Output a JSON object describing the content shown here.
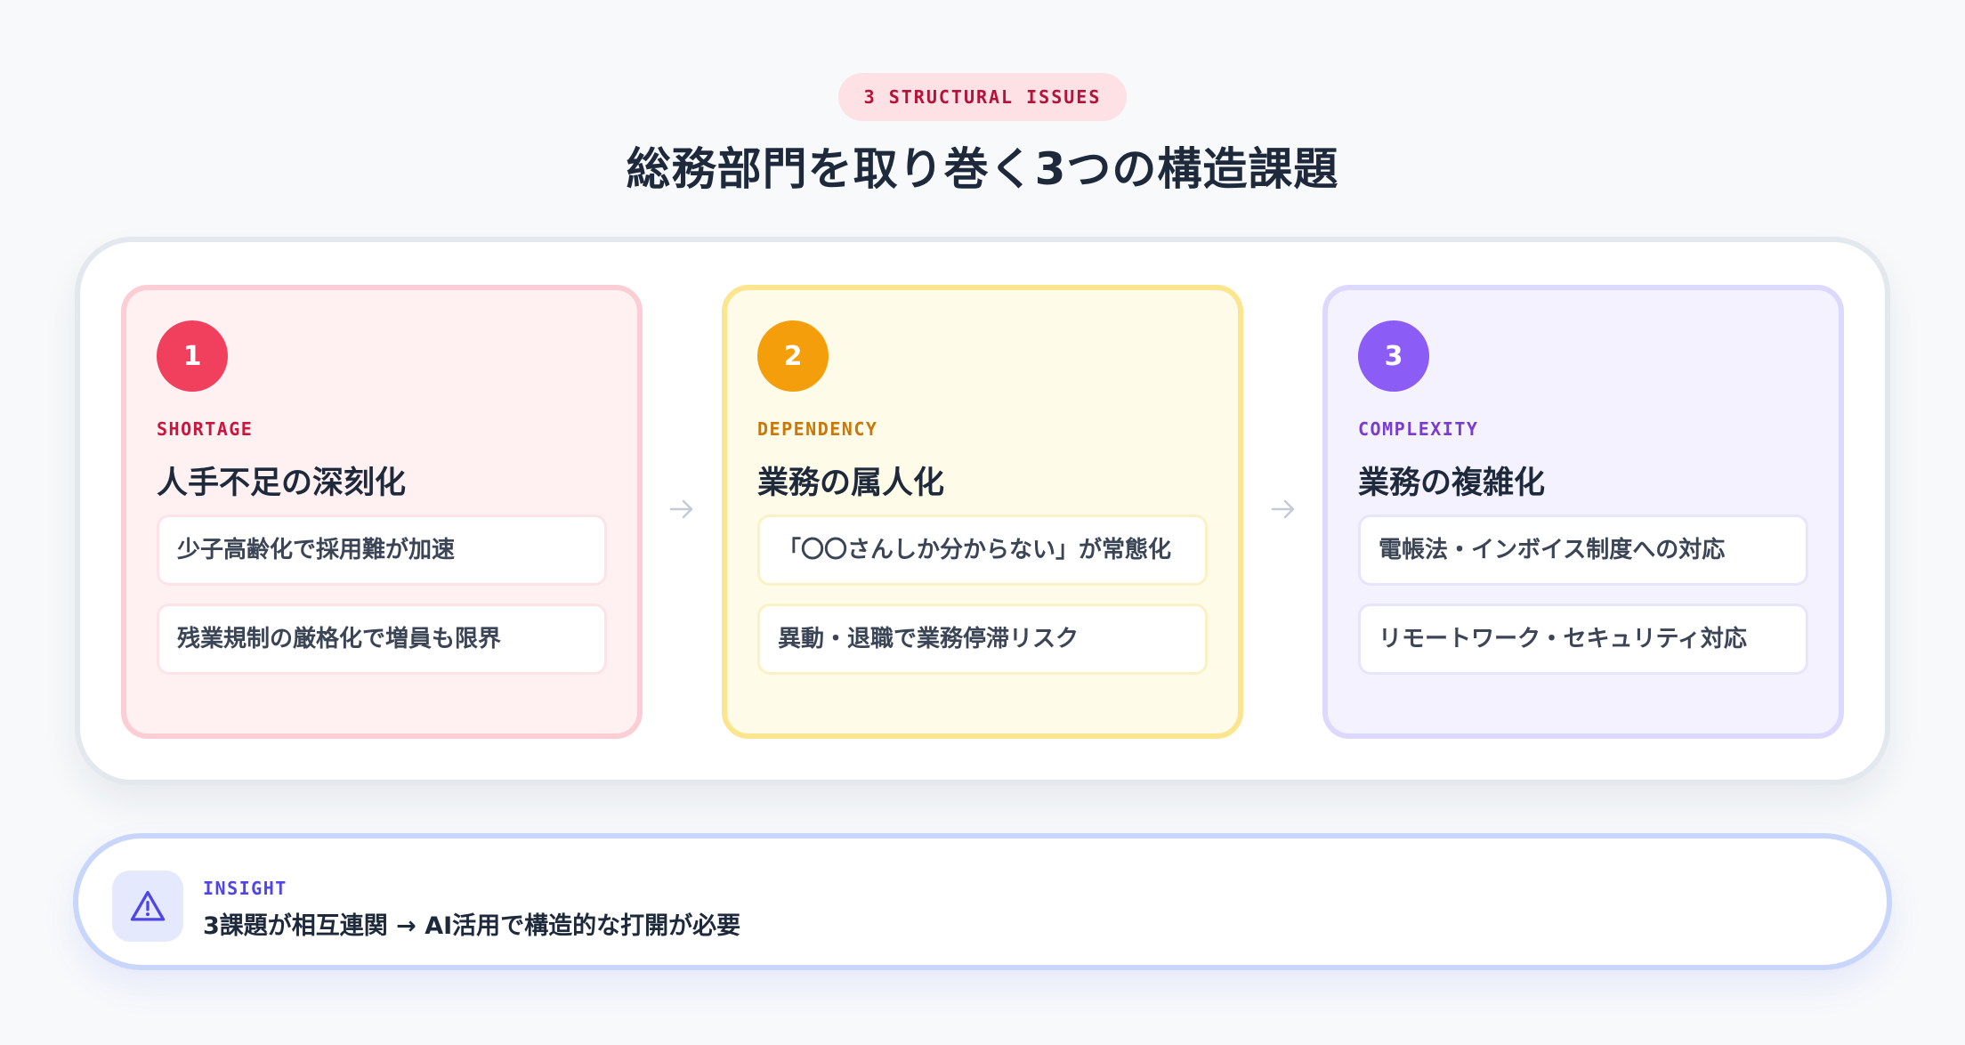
{
  "header": {
    "eyebrow": "3 STRUCTURAL ISSUES",
    "title": "総務部門を取り巻く3つの構造課題"
  },
  "cards": [
    {
      "number": "1",
      "tag": "SHORTAGE",
      "title": "人手不足の深刻化",
      "items": [
        "少子高齢化で採用難が加速",
        "残業規制の厳格化で増員も限界"
      ],
      "accent": "#f0405e"
    },
    {
      "number": "2",
      "tag": "DEPENDENCY",
      "title": "業務の属人化",
      "items": [
        "「〇〇さんしか分からない」が常態化",
        "異動・退職で業務停滞リスク"
      ],
      "accent": "#f59e0b"
    },
    {
      "number": "3",
      "tag": "COMPLEXITY",
      "title": "業務の複雑化",
      "items": [
        "電帳法・インボイス制度への対応",
        "リモートワーク・セキュリティ対応"
      ],
      "accent": "#8b5cf6"
    }
  ],
  "connectors": {
    "icon": "arrow-right-icon"
  },
  "insight": {
    "icon": "warning-triangle-icon",
    "label": "INSIGHT",
    "text": "3課題が相互連関 → AI活用で構造的な打開が必要"
  }
}
